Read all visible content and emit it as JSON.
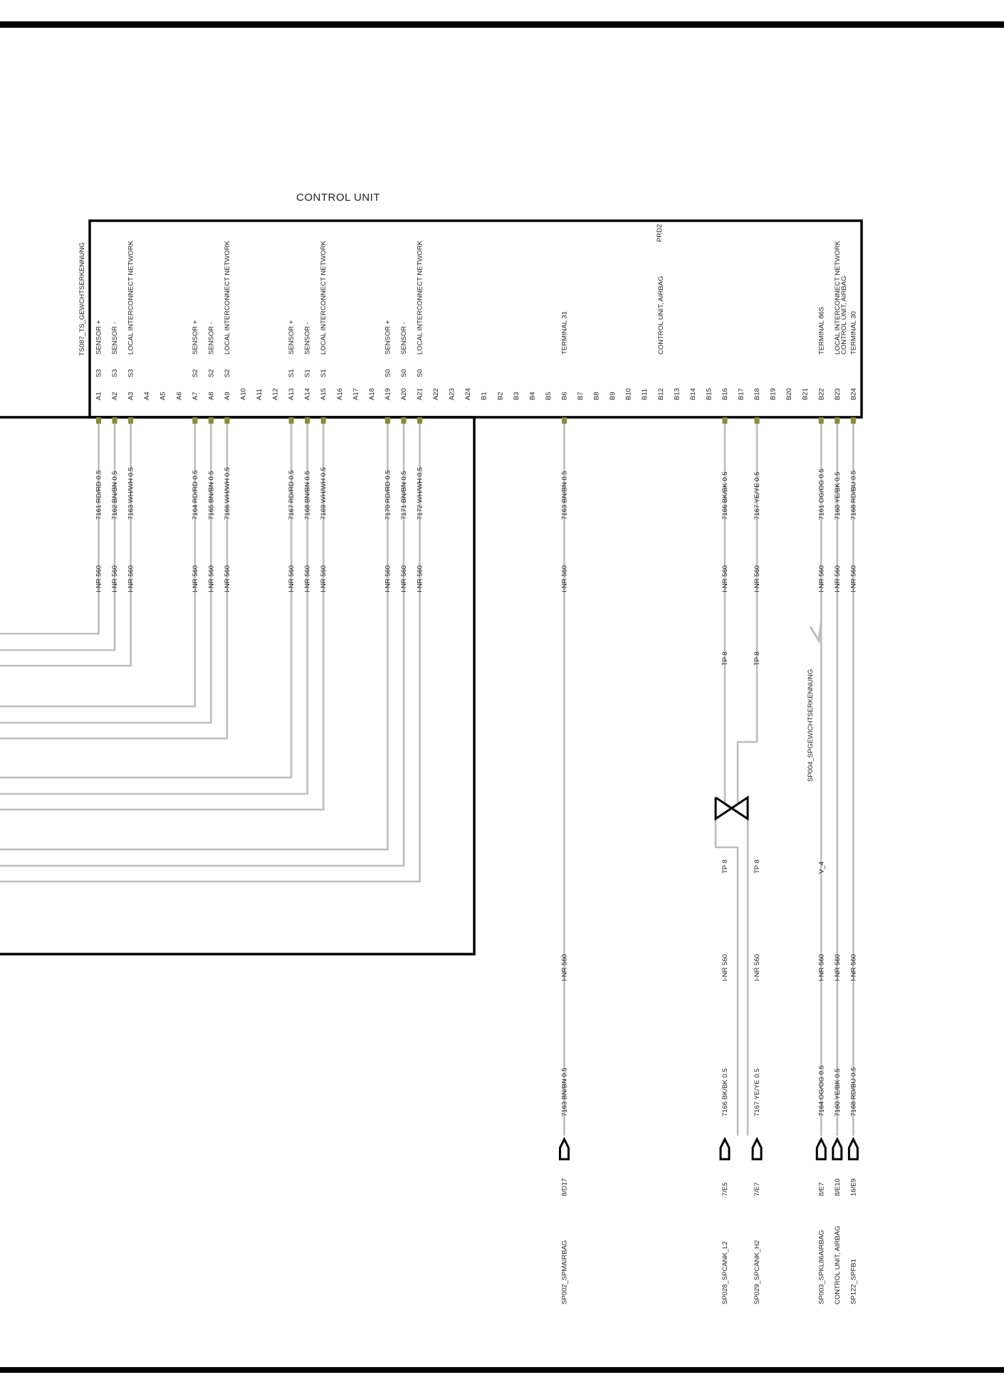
{
  "title": "CONTROL UNIT",
  "connector_id": "TS087_TS_GEWCHTSERKENNUNG",
  "extra_label": "PRD2",
  "pins": [
    {
      "pin": "A1",
      "sig": "S3",
      "func": "SENSOR +",
      "wire": "7161 RD/RD 0.5",
      "nr": "I-NR 560"
    },
    {
      "pin": "A2",
      "sig": "S3",
      "func": "SENSOR -",
      "wire": "7162 BN/BN 0.5",
      "nr": "I-NR 560"
    },
    {
      "pin": "A3",
      "sig": "S3",
      "func": "LOCAL INTERCONNECT NETWORK",
      "wire": "7163 WH/WH 0.5",
      "nr": "I-NR 560"
    },
    {
      "pin": "A4",
      "sig": "",
      "func": ""
    },
    {
      "pin": "A5",
      "sig": "",
      "func": ""
    },
    {
      "pin": "A6",
      "sig": "",
      "func": ""
    },
    {
      "pin": "A7",
      "sig": "S2",
      "func": "SENSOR +",
      "wire": "7164 RD/RD 0.5",
      "nr": "I-NR 560"
    },
    {
      "pin": "A8",
      "sig": "S2",
      "func": "SENSOR -",
      "wire": "7165 BN/BN 0.5",
      "nr": "I-NR 560"
    },
    {
      "pin": "A9",
      "sig": "S2",
      "func": "LOCAL INTERCONNECT NETWORK",
      "wire": "7166 WH/WH 0.5",
      "nr": "I-NR 560"
    },
    {
      "pin": "A10",
      "sig": "",
      "func": ""
    },
    {
      "pin": "A11",
      "sig": "",
      "func": ""
    },
    {
      "pin": "A12",
      "sig": "",
      "func": ""
    },
    {
      "pin": "A13",
      "sig": "S1",
      "func": "SENSOR +",
      "wire": "7167 RD/RD 0.5",
      "nr": "I-NR 560"
    },
    {
      "pin": "A14",
      "sig": "S1",
      "func": "SENSOR -",
      "wire": "7168 BN/BN 0.5",
      "nr": "I-NR 560"
    },
    {
      "pin": "A15",
      "sig": "S1",
      "func": "LOCAL INTERCONNECT NETWORK",
      "wire": "7169 WH/WH 0.5",
      "nr": "I-NR 560"
    },
    {
      "pin": "A16",
      "sig": "",
      "func": ""
    },
    {
      "pin": "A17",
      "sig": "",
      "func": ""
    },
    {
      "pin": "A18",
      "sig": "",
      "func": ""
    },
    {
      "pin": "A19",
      "sig": "S0",
      "func": "SENSOR +",
      "wire": "7170 RD/RD 0.5",
      "nr": "I-NR 560"
    },
    {
      "pin": "A20",
      "sig": "S0",
      "func": "SENSOR -",
      "wire": "7171 BN/BN 0.5",
      "nr": "I-NR 560"
    },
    {
      "pin": "A21",
      "sig": "S0",
      "func": "LOCAL INTERCONNECT NETWORK",
      "wire": "7172 WH/WH 0.5",
      "nr": "I-NR 560"
    },
    {
      "pin": "A22",
      "sig": "",
      "func": ""
    },
    {
      "pin": "A23",
      "sig": "",
      "func": ""
    },
    {
      "pin": "A24",
      "sig": "",
      "func": ""
    },
    {
      "pin": "B1",
      "sig": "",
      "func": ""
    },
    {
      "pin": "B2",
      "sig": "",
      "func": ""
    },
    {
      "pin": "B3",
      "sig": "",
      "func": ""
    },
    {
      "pin": "B4",
      "sig": "",
      "func": ""
    },
    {
      "pin": "B5",
      "sig": "",
      "func": ""
    },
    {
      "pin": "B6",
      "sig": "",
      "func": "TERMINAL 31",
      "wire": "7163 BN/BN 0.5",
      "nr": "I-NR 560",
      "nr2": "I-NR 560",
      "wire2": "7163 BN/BN 0.5",
      "ref": "8/D17",
      "dest": "SP002_SPMAIRBAG"
    },
    {
      "pin": "B7",
      "sig": "",
      "func": ""
    },
    {
      "pin": "B8",
      "sig": "",
      "func": ""
    },
    {
      "pin": "B9",
      "sig": "",
      "func": ""
    },
    {
      "pin": "B10",
      "sig": "",
      "func": ""
    },
    {
      "pin": "B11",
      "sig": "",
      "func": ""
    },
    {
      "pin": "B12",
      "sig": "",
      "func": "CONTROL UNIT, AIRBAG"
    },
    {
      "pin": "B13",
      "sig": "",
      "func": ""
    },
    {
      "pin": "B14",
      "sig": "",
      "func": ""
    },
    {
      "pin": "B15",
      "sig": "",
      "func": ""
    },
    {
      "pin": "B16",
      "sig": "",
      "func": "",
      "wire": "7166 BK/BK 0.5",
      "nr": "I-NR 560",
      "tp": "TP 8",
      "tp2": "TP 8",
      "nr2": "I-NR 560",
      "wire2": "7166 BK/BK 0.5",
      "ref": "7/E5",
      "dest": "SP028_SPCANK_L2"
    },
    {
      "pin": "B17",
      "sig": "",
      "func": ""
    },
    {
      "pin": "B18",
      "sig": "",
      "func": "",
      "wire": "7167 YE/YE 0.5",
      "nr": "I-NR 560",
      "tp": "TP 8",
      "tp2": "TP 8",
      "nr2": "I-NR 560",
      "wire2": "7167 YE/YE 0.5",
      "ref": "7/E7",
      "dest": "SP029_SPCANK_H2"
    },
    {
      "pin": "B19",
      "sig": "",
      "func": ""
    },
    {
      "pin": "B20",
      "sig": "",
      "func": ""
    },
    {
      "pin": "B21",
      "sig": "",
      "func": ""
    },
    {
      "pin": "B22",
      "sig": "",
      "func": "TERMINAL 86S",
      "wire": "7161 OG/OG 0.5",
      "nr": "I-NR 560",
      "tp2": "V_4",
      "nr2": "I-NR 560",
      "wire2": "7164 OG/OG 0.5",
      "ref": "8/E7",
      "dest": "SP003_SPKL86AIRBAG"
    },
    {
      "pin": "B23",
      "sig": "",
      "func": "LOCAL INTERCONNECT NETWORK",
      "func2": "CONTROL UNIT, AIRBAG",
      "wire": "7160 YE/BK 0.5",
      "nr": "I-NR 560",
      "nr2": "I-NR 560",
      "wire2": "7160 YE/BK 0.5",
      "ref": "8/E10",
      "dest": "CONTROL UNIT, AIRBAG"
    },
    {
      "pin": "B24",
      "sig": "",
      "func": "TERMINAL 30",
      "wire": "7168 RD/BU 0.5",
      "nr": "I-NR 560",
      "nr2": "I-NR 560",
      "wire2": "7168 RD/BU 0.5",
      "ref": "16/E9",
      "dest": "SP122_SPFB1"
    }
  ],
  "splice_label": "SP004_SPGEWICHTSERKENNUNG",
  "colors": {
    "wire": "#bdbdbd",
    "terminal": "#8a8a3a",
    "frame": "#000000"
  }
}
